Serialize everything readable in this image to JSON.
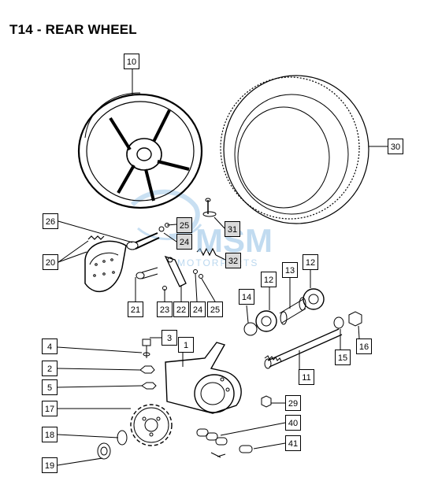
{
  "title": "T14 - REAR WHEEL",
  "watermark": {
    "brand": "MSM",
    "sub": "MOTORPARTS"
  },
  "colors": {
    "line": "#000000",
    "watermark": "#7fb6e0",
    "callout_grey": "#d9d9d9"
  },
  "callouts": [
    {
      "num": "10"
    },
    {
      "num": "30"
    },
    {
      "num": "26"
    },
    {
      "num": "25"
    },
    {
      "num": "24"
    },
    {
      "num": "31"
    },
    {
      "num": "20"
    },
    {
      "num": "32"
    },
    {
      "num": "21"
    },
    {
      "num": "23"
    },
    {
      "num": "22"
    },
    {
      "num": "24"
    },
    {
      "num": "25"
    },
    {
      "num": "12"
    },
    {
      "num": "13"
    },
    {
      "num": "12"
    },
    {
      "num": "14"
    },
    {
      "num": "16"
    },
    {
      "num": "15"
    },
    {
      "num": "11"
    },
    {
      "num": "4"
    },
    {
      "num": "3"
    },
    {
      "num": "1"
    },
    {
      "num": "2"
    },
    {
      "num": "5"
    },
    {
      "num": "17"
    },
    {
      "num": "18"
    },
    {
      "num": "19"
    },
    {
      "num": "29"
    },
    {
      "num": "40"
    },
    {
      "num": "41"
    }
  ]
}
